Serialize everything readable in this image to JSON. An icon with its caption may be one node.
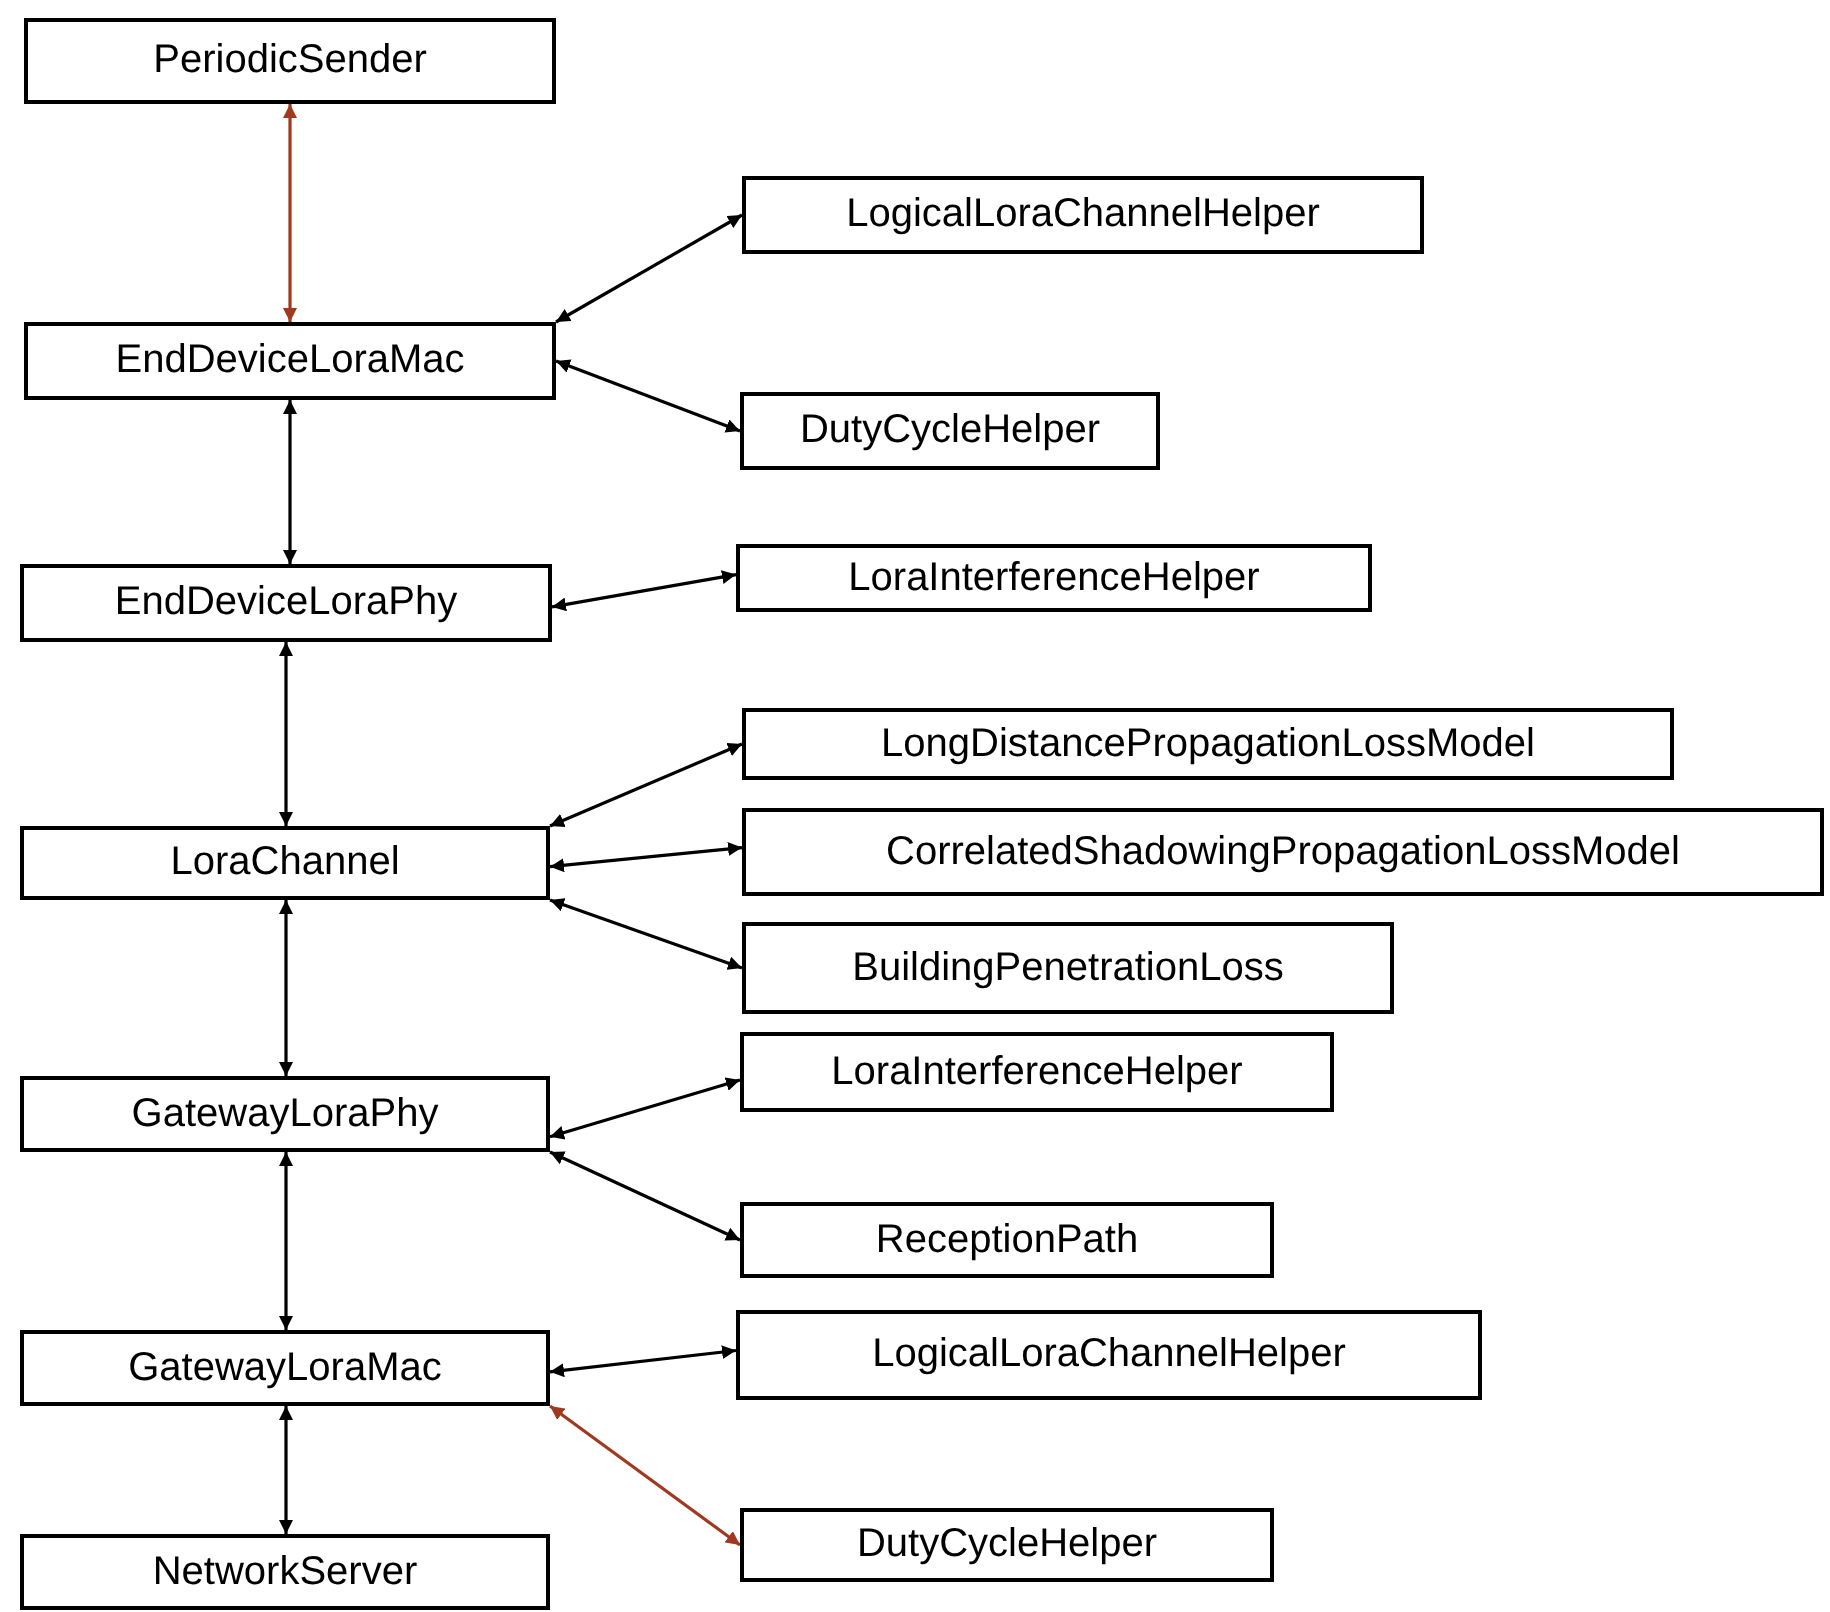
{
  "diagram": {
    "nodes": [
      {
        "text": [
          "PeriodicSender"
        ]
      },
      {
        "text": [
          "EndDeviceLoraMac"
        ]
      },
      {
        "text": [
          "LogicalLoraChannelHelper"
        ]
      },
      {
        "text": [
          "DutyCycleHelper"
        ]
      },
      {
        "text": [
          "EndDeviceLoraPhy"
        ]
      },
      {
        "text": [
          "LoraInterferenceHelper"
        ]
      },
      {
        "text": [
          "LoraChannel"
        ]
      },
      {
        "text": [
          "LongDistancePropagationLossModel"
        ]
      },
      {
        "text": [
          "CorrelatedShadowingPropagationLossModel"
        ]
      },
      {
        "text": [
          "BuildingPenetrationLoss"
        ]
      },
      {
        "text": [
          "GatewayLoraPhy"
        ]
      },
      {
        "text": [
          "LoraInterferenceHelper"
        ]
      },
      {
        "text": [
          "ReceptionPath"
        ]
      },
      {
        "text": [
          "GatewayLoraMac"
        ]
      },
      {
        "text": [
          "LogicalLoraChannelHelper"
        ]
      },
      {
        "text": [
          "DutyCycleHelper"
        ]
      },
      {
        "text": [
          "NetworkServer"
        ]
      }
    ],
    "edges": [
      {
        "from": 0,
        "to": 1,
        "arrow": "both",
        "color": "#a0391f"
      },
      {
        "from": 1,
        "to": 2,
        "arrow": "both"
      },
      {
        "from": 1,
        "to": 3,
        "arrow": "both"
      },
      {
        "from": 1,
        "to": 4,
        "arrow": "both"
      },
      {
        "from": 4,
        "to": 5,
        "arrow": "both"
      },
      {
        "from": 4,
        "to": 6,
        "arrow": "both"
      },
      {
        "from": 6,
        "to": 7,
        "arrow": "both"
      },
      {
        "from": 6,
        "to": 8,
        "arrow": "both"
      },
      {
        "from": 6,
        "to": 9,
        "arrow": "both"
      },
      {
        "from": 6,
        "to": 10,
        "arrow": "both"
      },
      {
        "from": 10,
        "to": 11,
        "arrow": "both"
      },
      {
        "from": 10,
        "to": 12,
        "arrow": "both"
      },
      {
        "from": 10,
        "to": 13,
        "arrow": "both"
      },
      {
        "from": 13,
        "to": 14,
        "arrow": "both"
      },
      {
        "from": 13,
        "to": 15,
        "arrow": "both",
        "color": "#a0391f"
      },
      {
        "from": 13,
        "to": 16,
        "arrow": "both"
      }
    ]
  }
}
